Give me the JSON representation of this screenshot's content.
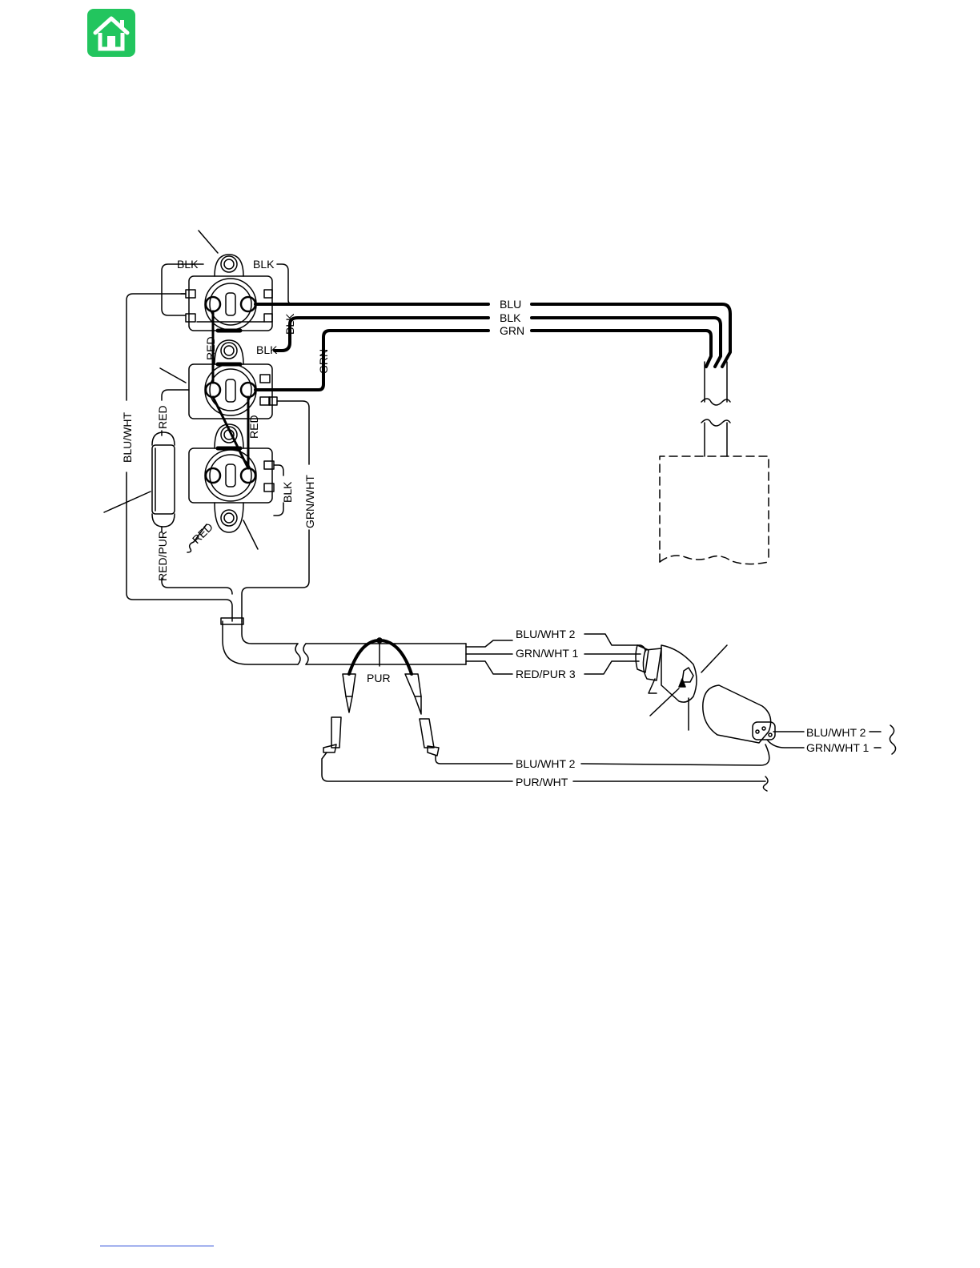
{
  "nav": {
    "home_icon": "home-icon",
    "home_color": "#22c55e"
  },
  "diagram": {
    "wires": {
      "blu": "BLU",
      "blk": "BLK",
      "grn": "GRN",
      "red": "RED",
      "blu_wht": "BLU/WHT",
      "grn_wht": "GRN/WHT",
      "red_pur": "RED/PUR",
      "pur": "PUR",
      "pur_wht": "PUR/WHT",
      "blu_wht_2": "BLU/WHT 2",
      "grn_wht_1": "GRN/WHT 1",
      "red_pur_3": "RED/PUR 3"
    }
  }
}
